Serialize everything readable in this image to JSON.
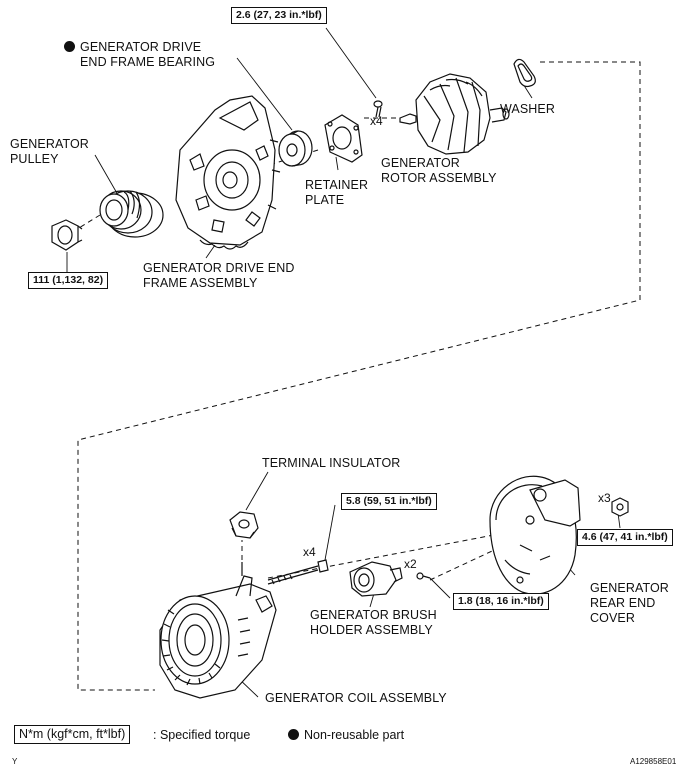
{
  "labels": {
    "bearing_line1": "GENERATOR DRIVE",
    "bearing_line2": "END FRAME BEARING",
    "pulley_line1": "GENERATOR",
    "pulley_line2": "PULLEY",
    "retainer_line1": "RETAINER",
    "retainer_line2": "PLATE",
    "rotor_line1": "GENERATOR",
    "rotor_line2": "ROTOR ASSEMBLY",
    "washer": "WASHER",
    "drive_frame_line1": "GENERATOR DRIVE END",
    "drive_frame_line2": "FRAME ASSEMBLY",
    "terminal_insulator": "TERMINAL INSULATOR",
    "brush_holder_line1": "GENERATOR BRUSH",
    "brush_holder_line2": "HOLDER ASSEMBLY",
    "rear_cover_line1": "GENERATOR",
    "rear_cover_line2": "REAR END",
    "rear_cover_line3": "COVER",
    "coil_assembly": "GENERATOR COIL ASSEMBLY"
  },
  "torques": {
    "retainer_screw": "2.6 (27, 23 in.*lbf)",
    "pulley_nut": "111 (1,132, 82)",
    "coil_bolt": "5.8 (59, 51 in.*lbf)",
    "brush_screw": "1.8 (18, 16 in.*lbf)",
    "rear_nut": "4.6 (47, 41 in.*lbf)"
  },
  "quantities": {
    "retainer_screw": "x4",
    "coil_bolt": "x4",
    "brush_screw": "x2",
    "rear_nut": "x3"
  },
  "legend": {
    "torque_units": "N*m (kgf*cm, ft*lbf)",
    "torque_text": ": Specified torque",
    "nonreusable_text": "Non-reusable part"
  },
  "footer": {
    "left_code": "Y",
    "figure_id": "A129858E01"
  },
  "colors": {
    "line": "#111111",
    "background": "#ffffff"
  }
}
